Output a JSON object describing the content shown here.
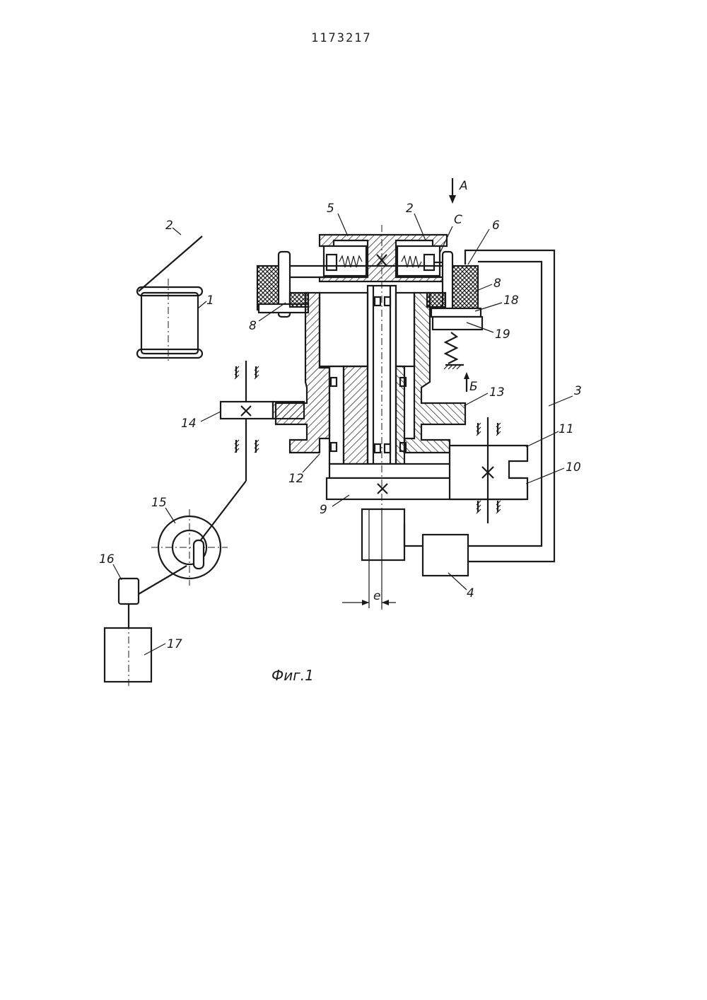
{
  "header": {
    "patent_number": "1173217"
  },
  "figure": {
    "caption": "Фиг.1",
    "labels": {
      "l1": "1",
      "l2a": "2",
      "l2b": "2",
      "l3": "3",
      "l4": "4",
      "l5": "5",
      "l6": "6",
      "l8a": "8",
      "l8b": "8",
      "l9": "9",
      "l10": "10",
      "l11": "11",
      "l12": "12",
      "l13": "13",
      "l14": "14",
      "l15": "15",
      "l16": "16",
      "l17": "17",
      "l18": "18",
      "l19": "19",
      "lC": "C",
      "lA": "A",
      "lB": "Б",
      "le": "e"
    }
  }
}
